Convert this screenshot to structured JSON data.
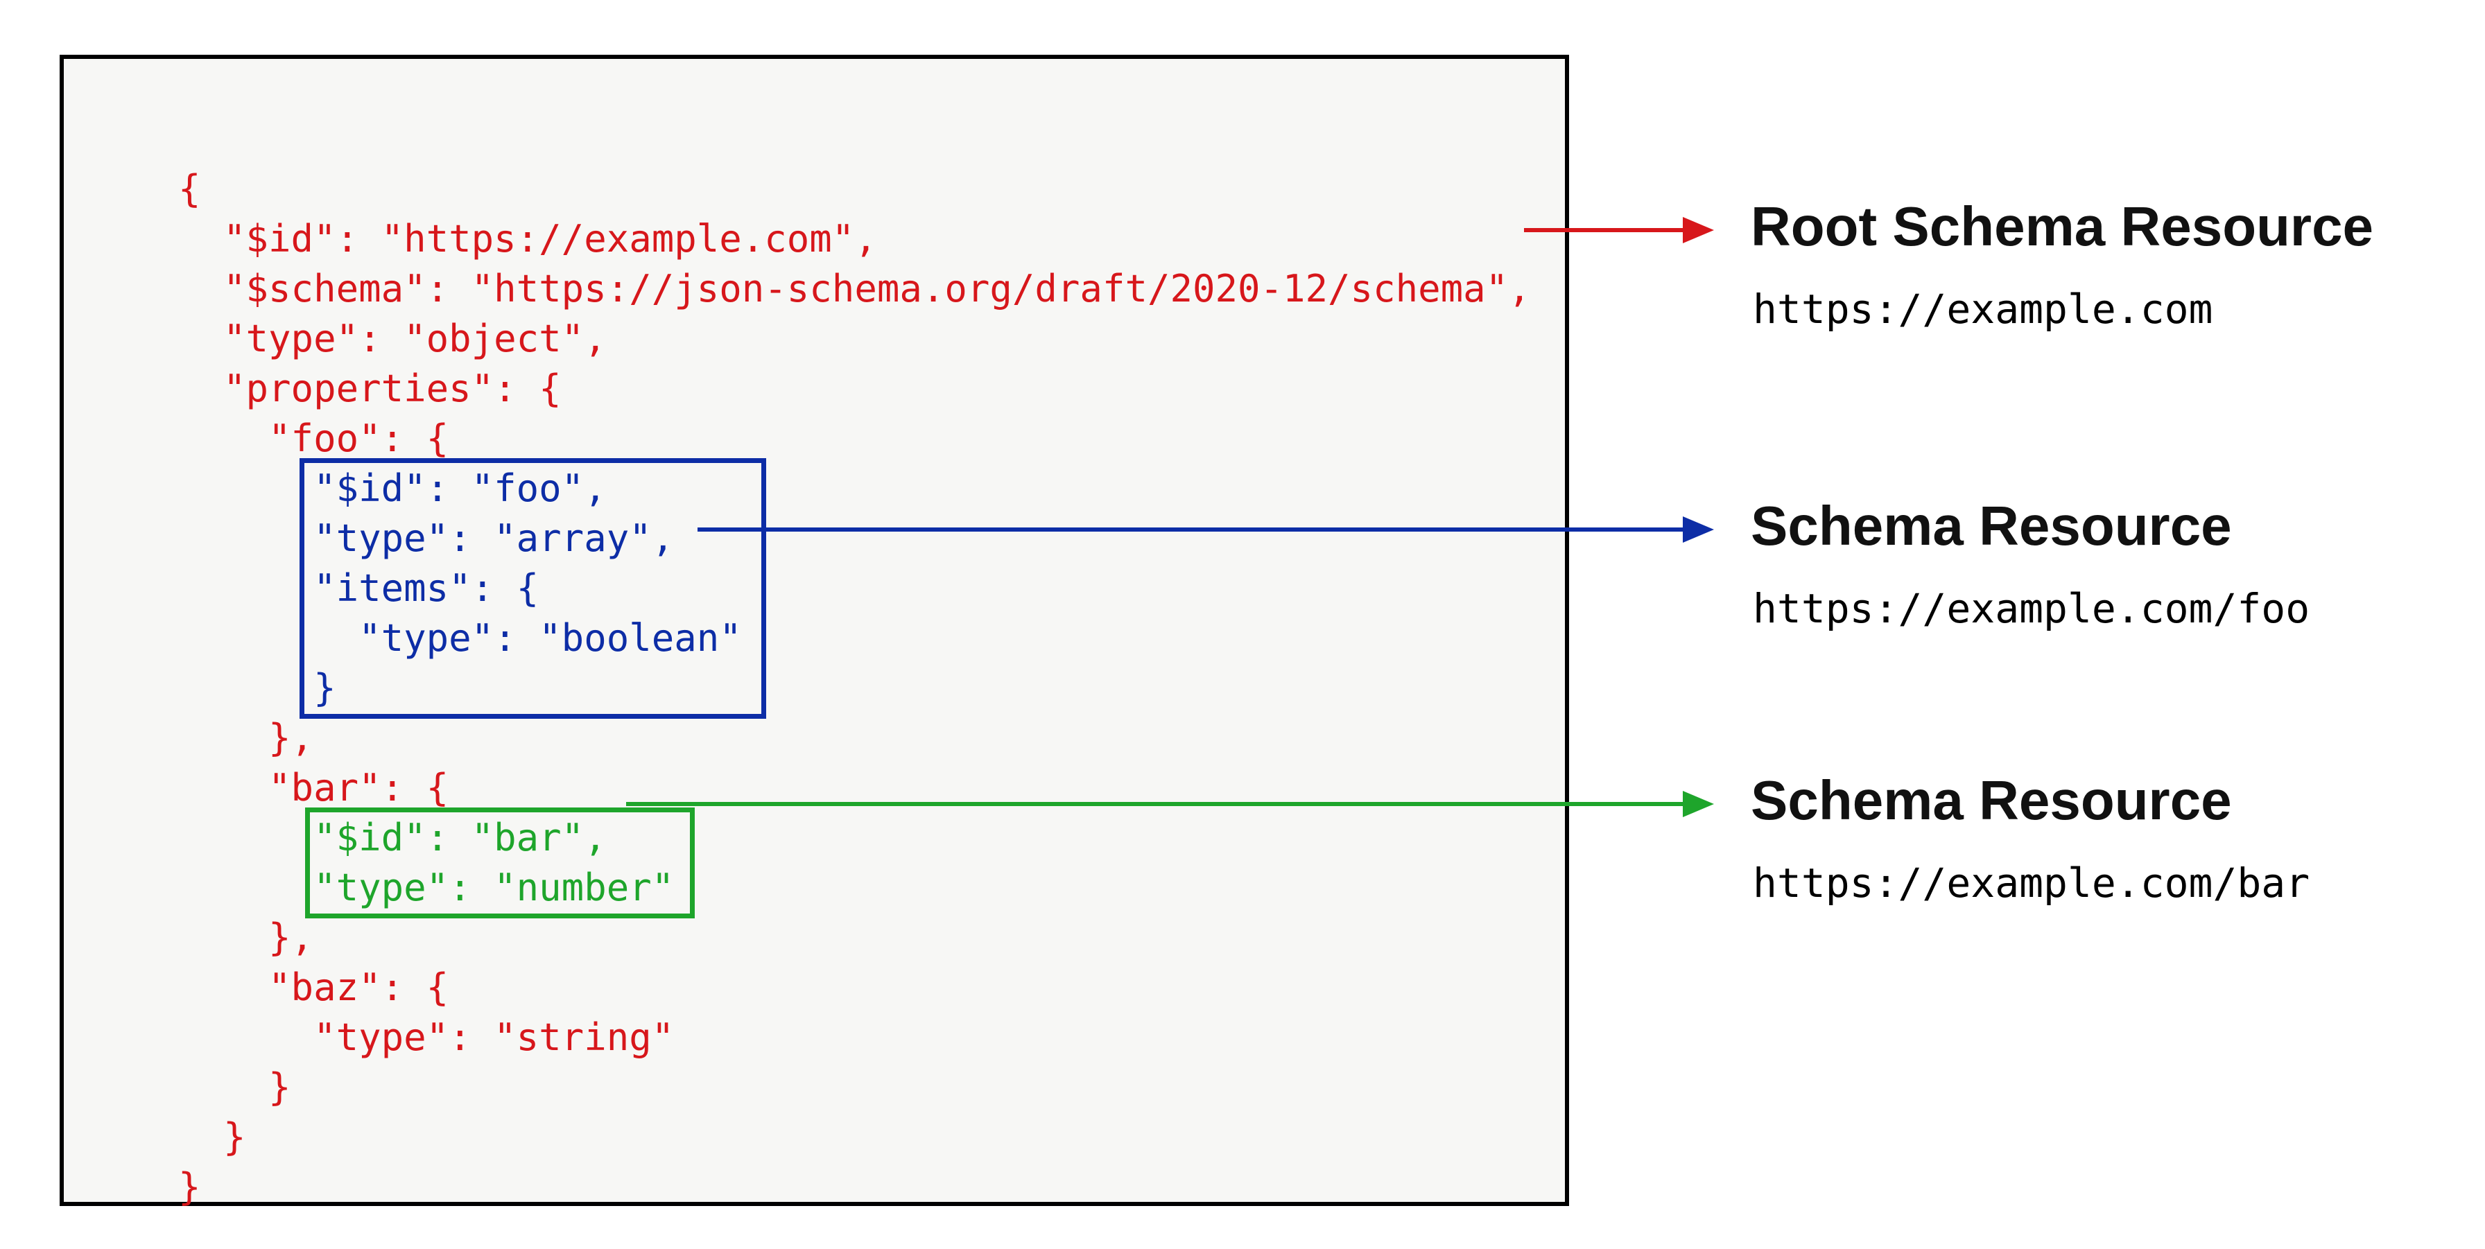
{
  "colors": {
    "red": "#d7171b",
    "blue": "#0d2da6",
    "green": "#1ea52b",
    "label_text": "#111111",
    "panel_bg": "#f7f7f5",
    "panel_border": "#000000"
  },
  "code_panel": {
    "lines": [
      {
        "text": "{",
        "color": "red"
      },
      {
        "text": "  \"$id\": \"https://example.com\",",
        "color": "red"
      },
      {
        "text": "  \"$schema\": \"https://json-schema.org/draft/2020-12/schema\",",
        "color": "red"
      },
      {
        "text": "  \"type\": \"object\",",
        "color": "red"
      },
      {
        "text": "  \"properties\": {",
        "color": "red"
      },
      {
        "text": "    \"foo\": {",
        "color": "red"
      },
      {
        "text": "      \"$id\": \"foo\",",
        "color": "blue"
      },
      {
        "text": "      \"type\": \"array\",",
        "color": "blue"
      },
      {
        "text": "      \"items\": {",
        "color": "blue"
      },
      {
        "text": "        \"type\": \"boolean\"",
        "color": "blue"
      },
      {
        "text": "      }",
        "color": "blue"
      },
      {
        "text": "    },",
        "color": "red"
      },
      {
        "text": "    \"bar\": {",
        "color": "red"
      },
      {
        "text": "      \"$id\": \"bar\",",
        "color": "green"
      },
      {
        "text": "      \"type\": \"number\"",
        "color": "green"
      },
      {
        "text": "    },",
        "color": "red"
      },
      {
        "text": "    \"baz\": {",
        "color": "red"
      },
      {
        "text": "      \"type\": \"string\"",
        "color": "red"
      },
      {
        "text": "    }",
        "color": "red"
      },
      {
        "text": "  }",
        "color": "red"
      },
      {
        "text": "}",
        "color": "red"
      }
    ]
  },
  "annotations": [
    {
      "title": "Root Schema Resource",
      "url": "https://example.com"
    },
    {
      "title": "Schema Resource",
      "url": "https://example.com/foo"
    },
    {
      "title": "Schema Resource",
      "url": "https://example.com/bar"
    }
  ]
}
